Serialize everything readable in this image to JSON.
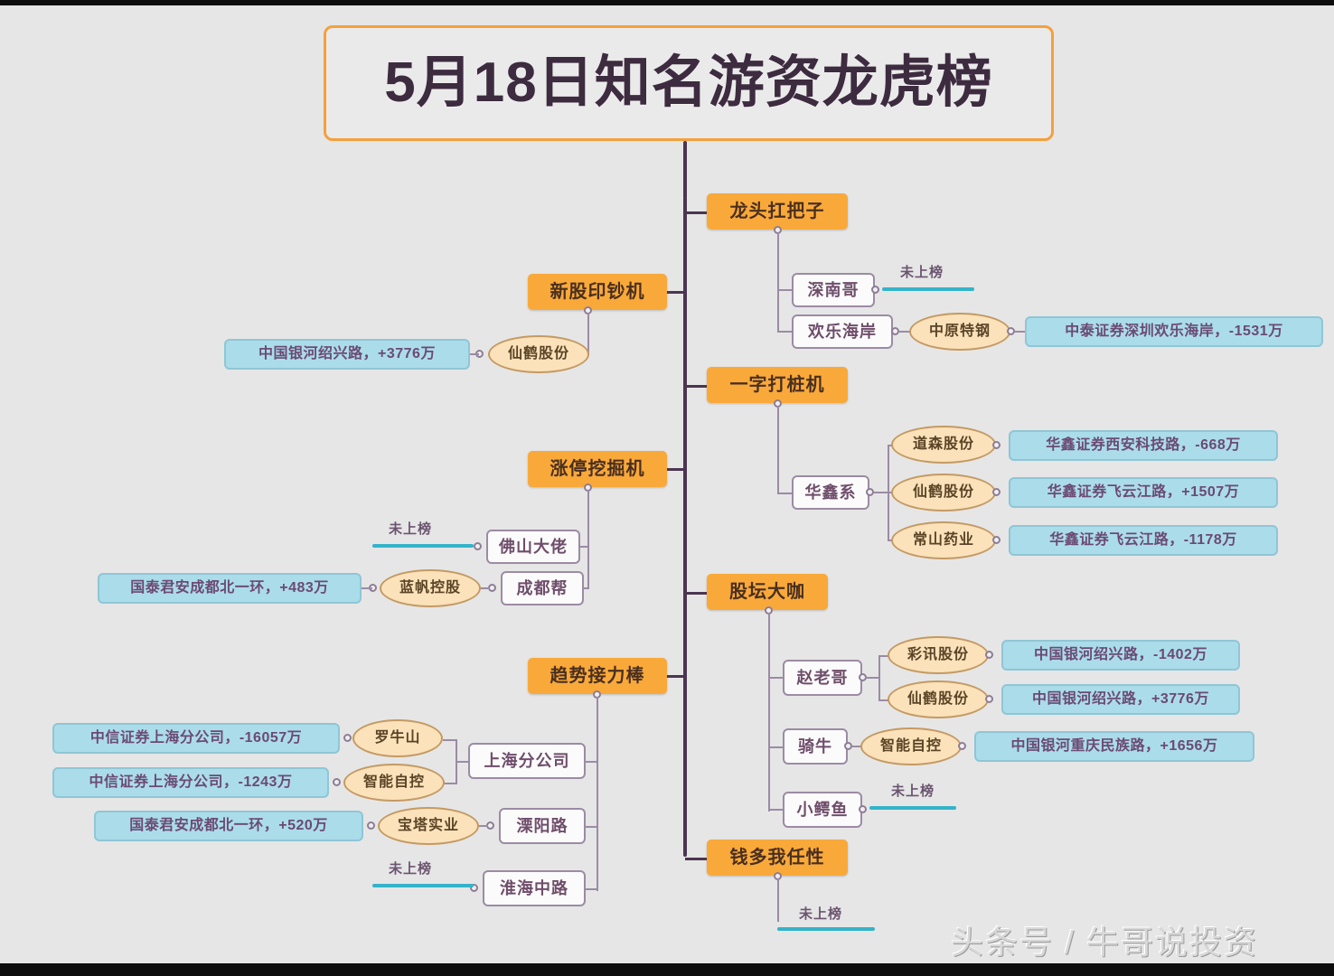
{
  "meta": {
    "title": "5月18日知名游资龙虎榜",
    "watermark": "头条号 / 牛哥说投资",
    "not_listed_label": "未上榜",
    "colors": {
      "background": "#e6e6e6",
      "accent_orange": "#f9a93a",
      "root_border": "#f4a03c",
      "spine_purple": "#4b3550",
      "node_purple": "#6f4e6b",
      "oval_fill": "#fbe2bb",
      "detail_blue": "#abdcea",
      "underline_teal": "#35b3c9"
    }
  },
  "branches": [
    {
      "id": "xingu",
      "label": "新股印钞机",
      "side": "left",
      "children": [
        {
          "label": "仙鹤股份",
          "type": "oval",
          "detail": "中国银河绍兴路，+3776万"
        }
      ]
    },
    {
      "id": "longtou",
      "label": "龙头扛把子",
      "side": "right",
      "children": [
        {
          "label": "深南哥",
          "type": "box",
          "detail": "未上榜",
          "not_listed": true
        },
        {
          "label": "欢乐海岸",
          "type": "box",
          "stock": "中原特钢",
          "detail": "中泰证券深圳欢乐海岸，-1531万"
        }
      ]
    },
    {
      "id": "yizi",
      "label": "一字打桩机",
      "side": "right",
      "children": [
        {
          "label": "华鑫系",
          "type": "box",
          "stocks": [
            {
              "label": "道森股份",
              "detail": "华鑫证券西安科技路，-668万"
            },
            {
              "label": "仙鹤股份",
              "detail": "华鑫证券飞云江路，+1507万"
            },
            {
              "label": "常山药业",
              "detail": "华鑫证券飞云江路，-1178万"
            }
          ]
        }
      ]
    },
    {
      "id": "zhangting",
      "label": "涨停挖掘机",
      "side": "left",
      "children": [
        {
          "label": "佛山大佬",
          "type": "box",
          "detail": "未上榜",
          "not_listed": true
        },
        {
          "label": "成都帮",
          "type": "box",
          "stock": "蓝帆控股",
          "detail": "国泰君安成都北一环，+483万"
        }
      ]
    },
    {
      "id": "gutan",
      "label": "股坛大咖",
      "side": "right",
      "children": [
        {
          "label": "赵老哥",
          "type": "box",
          "stocks": [
            {
              "label": "彩讯股份",
              "detail": "中国银河绍兴路，-1402万"
            },
            {
              "label": "仙鹤股份",
              "detail": "中国银河绍兴路，+3776万"
            }
          ]
        },
        {
          "label": "骑牛",
          "type": "box",
          "stock": "智能自控",
          "detail": "中国银河重庆民族路，+1656万"
        },
        {
          "label": "小鳄鱼",
          "type": "box",
          "detail": "未上榜",
          "not_listed": true
        }
      ]
    },
    {
      "id": "qushi",
      "label": "趋势接力棒",
      "side": "left",
      "children": [
        {
          "label": "上海分公司",
          "type": "box",
          "stocks": [
            {
              "label": "罗牛山",
              "detail": "中信证券上海分公司，-16057万"
            },
            {
              "label": "智能自控",
              "detail": "中信证券上海分公司，-1243万"
            }
          ]
        },
        {
          "label": "溧阳路",
          "type": "box",
          "stock": "宝塔实业",
          "detail": "国泰君安成都北一环，+520万"
        },
        {
          "label": "淮海中路",
          "type": "box",
          "detail": "未上榜",
          "not_listed": true
        }
      ]
    },
    {
      "id": "qianduo",
      "label": "钱多我任性",
      "side": "right",
      "children": [
        {
          "label": "未上榜",
          "type": "none",
          "not_listed": true
        }
      ]
    }
  ]
}
